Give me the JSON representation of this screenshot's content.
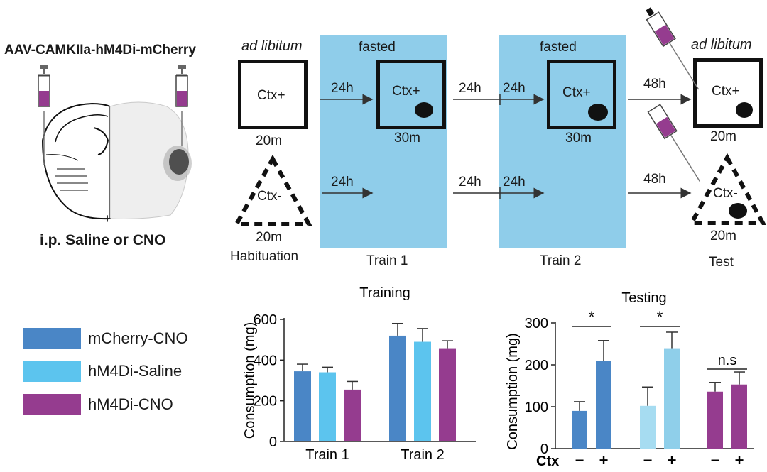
{
  "design": {
    "vector": "AAV-CAMKIIa-hM4Di-mCherry",
    "injection": "i.p. Saline or CNO",
    "plus": "+"
  },
  "timeline": {
    "habituation": {
      "condition": "ad libitum",
      "ctx_plus": "Ctx+",
      "ctx_minus": "Ctx-",
      "dur_plus": "20m",
      "dur_minus": "20m",
      "stage": "Habituation"
    },
    "train1": {
      "condition": "fasted",
      "ctx_plus": "Ctx+",
      "dur": "30m",
      "stage": "Train 1"
    },
    "train2": {
      "condition": "fasted",
      "ctx_plus": "Ctx+",
      "dur": "30m",
      "stage": "Train 2"
    },
    "test": {
      "condition": "ad libitum",
      "ctx_plus": "Ctx+",
      "ctx_minus": "Ctx-",
      "dur_plus": "20m",
      "dur_minus": "20m",
      "stage": "Test"
    },
    "intervals": {
      "a": "24h",
      "b": "24h",
      "c": "24h",
      "d": "48h",
      "e": "24h",
      "f": "24h",
      "g": "24h",
      "h": "48h"
    },
    "panel_color": "#8fcdea"
  },
  "legend": [
    {
      "label": "mCherry-CNO",
      "color": "#4a86c6"
    },
    {
      "label": "hM4Di-Saline",
      "color": "#5cc4ee"
    },
    {
      "label": "hM4Di-CNO",
      "color": "#953c8f"
    }
  ],
  "chart_data": [
    {
      "type": "bar",
      "title": "Training",
      "ylabel": "Consumption (mg)",
      "ylim": [
        0,
        600
      ],
      "yticks": [
        0,
        200,
        400,
        600
      ],
      "categories": [
        "Train 1",
        "Train 2"
      ],
      "series": [
        {
          "name": "mCherry-CNO",
          "color": "#4a86c6",
          "values": [
            345,
            520
          ],
          "errors": [
            35,
            60
          ]
        },
        {
          "name": "hM4Di-Saline",
          "color": "#5cc4ee",
          "values": [
            340,
            490
          ],
          "errors": [
            25,
            65
          ]
        },
        {
          "name": "hM4Di-CNO",
          "color": "#953c8f",
          "values": [
            255,
            455
          ],
          "errors": [
            40,
            40
          ]
        }
      ]
    },
    {
      "type": "bar",
      "title": "Testing",
      "ylabel": "Consumption (mg)",
      "ylim": [
        0,
        300
      ],
      "yticks": [
        0,
        100,
        200,
        300
      ],
      "xlabel_prefix": "Ctx",
      "groups": [
        {
          "series": "mCherry-CNO",
          "bars": [
            {
              "ctx": "−",
              "value": 90,
              "error": 22,
              "color": "#4a86c6"
            },
            {
              "ctx": "+",
              "value": 210,
              "error": 48,
              "color": "#4a86c6"
            }
          ],
          "annotation": "*"
        },
        {
          "series": "hM4Di-Saline",
          "bars": [
            {
              "ctx": "−",
              "value": 102,
              "error": 45,
              "color": "#a6dcf1"
            },
            {
              "ctx": "+",
              "value": 238,
              "error": 40,
              "color": "#8fcfea"
            }
          ],
          "annotation": "*"
        },
        {
          "series": "hM4Di-CNO",
          "bars": [
            {
              "ctx": "−",
              "value": 136,
              "error": 22,
              "color": "#953c8f"
            },
            {
              "ctx": "+",
              "value": 153,
              "error": 30,
              "color": "#953c8f"
            }
          ],
          "annotation": "n.s"
        }
      ]
    }
  ]
}
